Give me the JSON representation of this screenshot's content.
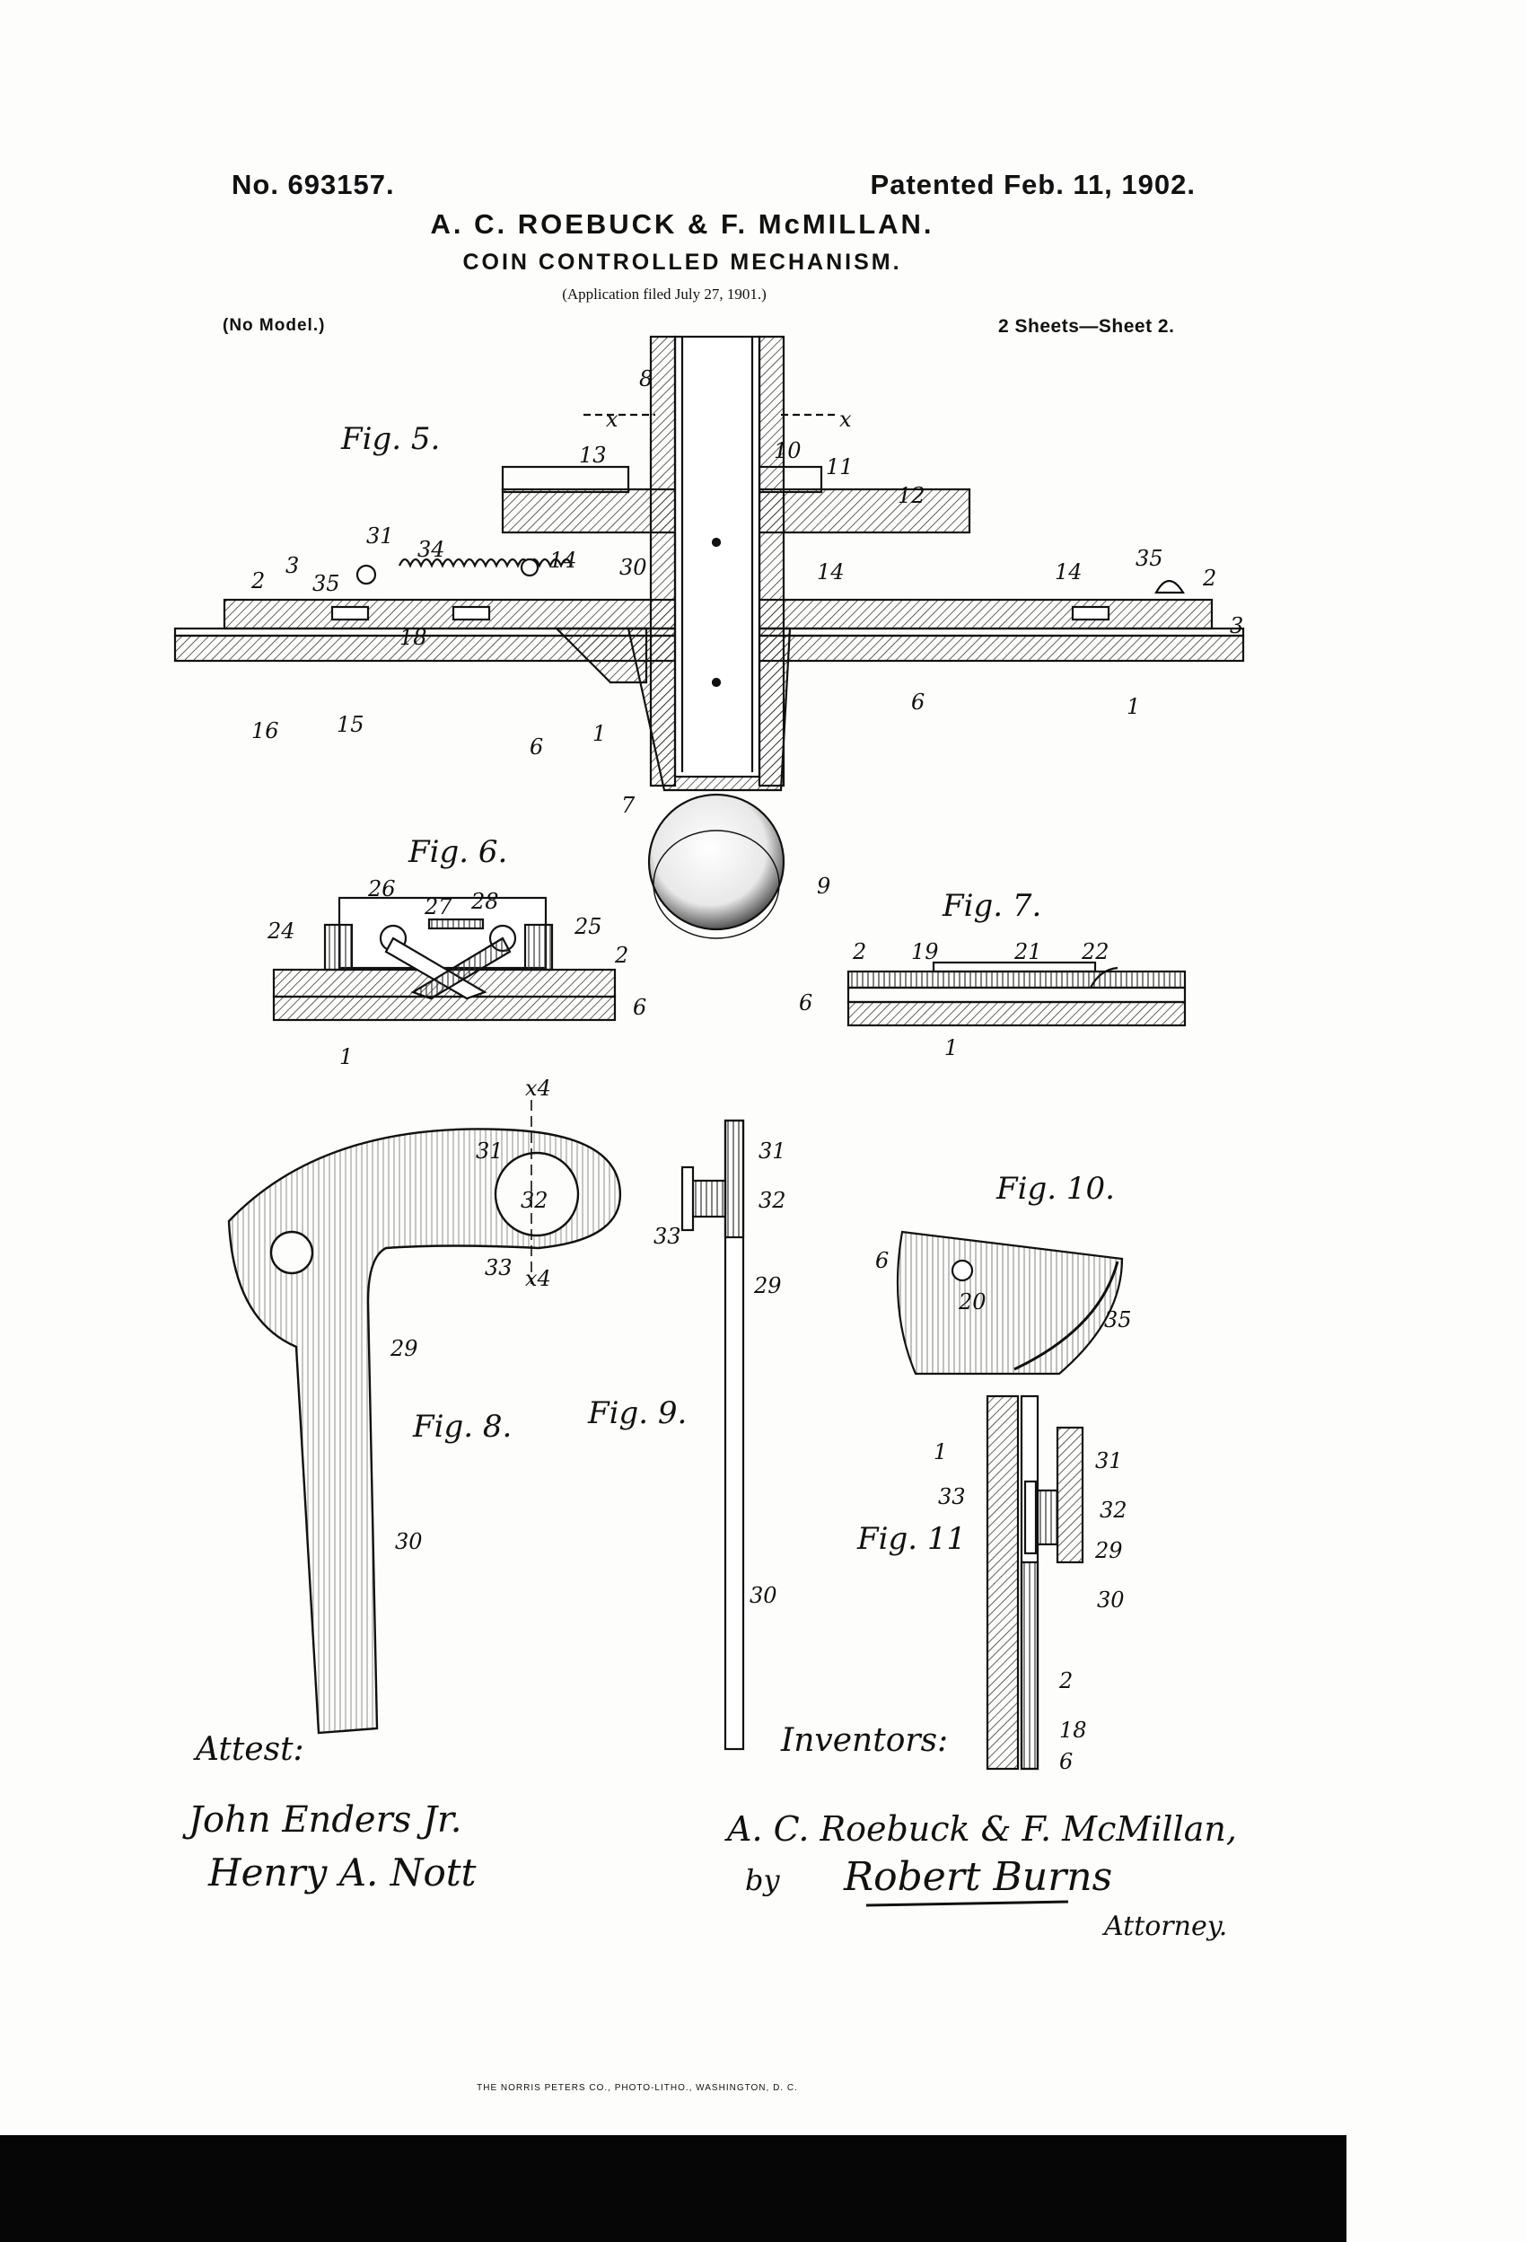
{
  "header": {
    "patent_no": "No. 693157.",
    "patent_date": "Patented Feb. 11, 1902.",
    "inventors": "A. C. ROEBUCK & F. McMILLAN.",
    "title": "COIN CONTROLLED MECHANISM.",
    "filed": "(Application filed July 27, 1901.)",
    "model": "(No Model.)",
    "sheets": "2 Sheets—Sheet 2."
  },
  "figures": {
    "fig5": "Fig. 5.",
    "fig6": "Fig. 6.",
    "fig7": "Fig. 7.",
    "fig8": "Fig. 8.",
    "fig9": "Fig. 9.",
    "fig10": "Fig. 10.",
    "fig11": "Fig. 11"
  },
  "reference_numerals": {
    "r1": "1",
    "r2": "2",
    "r3": "3",
    "r6": "6",
    "r7": "7",
    "r8": "8",
    "r9": "9",
    "r10": "10",
    "r11": "11",
    "r12": "12",
    "r13": "13",
    "r14": "14",
    "r15": "15",
    "r16": "16",
    "r18": "18",
    "r19": "19",
    "r20": "20",
    "r21": "21",
    "r22": "22",
    "r24": "24",
    "r25": "25",
    "r26": "26",
    "r27": "27",
    "r28": "28",
    "r29": "29",
    "r30": "30",
    "r31": "31",
    "r32": "32",
    "r33": "33",
    "r34": "34",
    "r35": "35",
    "x": "x",
    "x4": "x4"
  },
  "signatures": {
    "attest_label": "Attest:",
    "witness1": "John Enders Jr.",
    "witness2": "Henry A. Nott",
    "inventors_label": "Inventors:",
    "inventors_sig": "A. C. Roebuck & F. McMillan,",
    "by": "by",
    "attorney_name": "Robert Burns",
    "attorney_label": "Attorney."
  },
  "printer": "THE NORRIS PETERS CO., PHOTO-LITHO., WASHINGTON, D. C."
}
